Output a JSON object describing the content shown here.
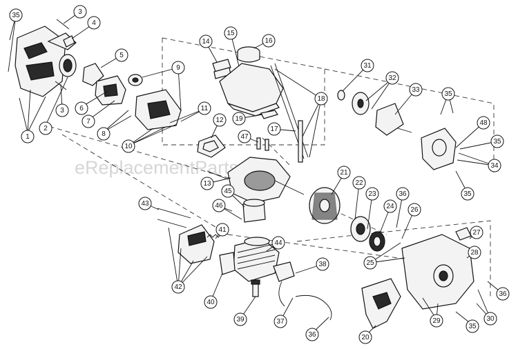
{
  "watermark": "eReplacementParts.com",
  "labels": [
    "1",
    "2",
    "3",
    "3",
    "4",
    "5",
    "6",
    "7",
    "8",
    "9",
    "10",
    "11",
    "12",
    "13",
    "14",
    "15",
    "16",
    "17",
    "18",
    "19",
    "20",
    "21",
    "22",
    "23",
    "24",
    "25",
    "26",
    "27",
    "28",
    "29",
    "30",
    "31",
    "32",
    "33",
    "34",
    "35",
    "35",
    "35",
    "35",
    "35",
    "36",
    "36",
    "36",
    "37",
    "38",
    "39",
    "40",
    "41",
    "42",
    "43",
    "44",
    "45",
    "46",
    "47",
    "48"
  ]
}
